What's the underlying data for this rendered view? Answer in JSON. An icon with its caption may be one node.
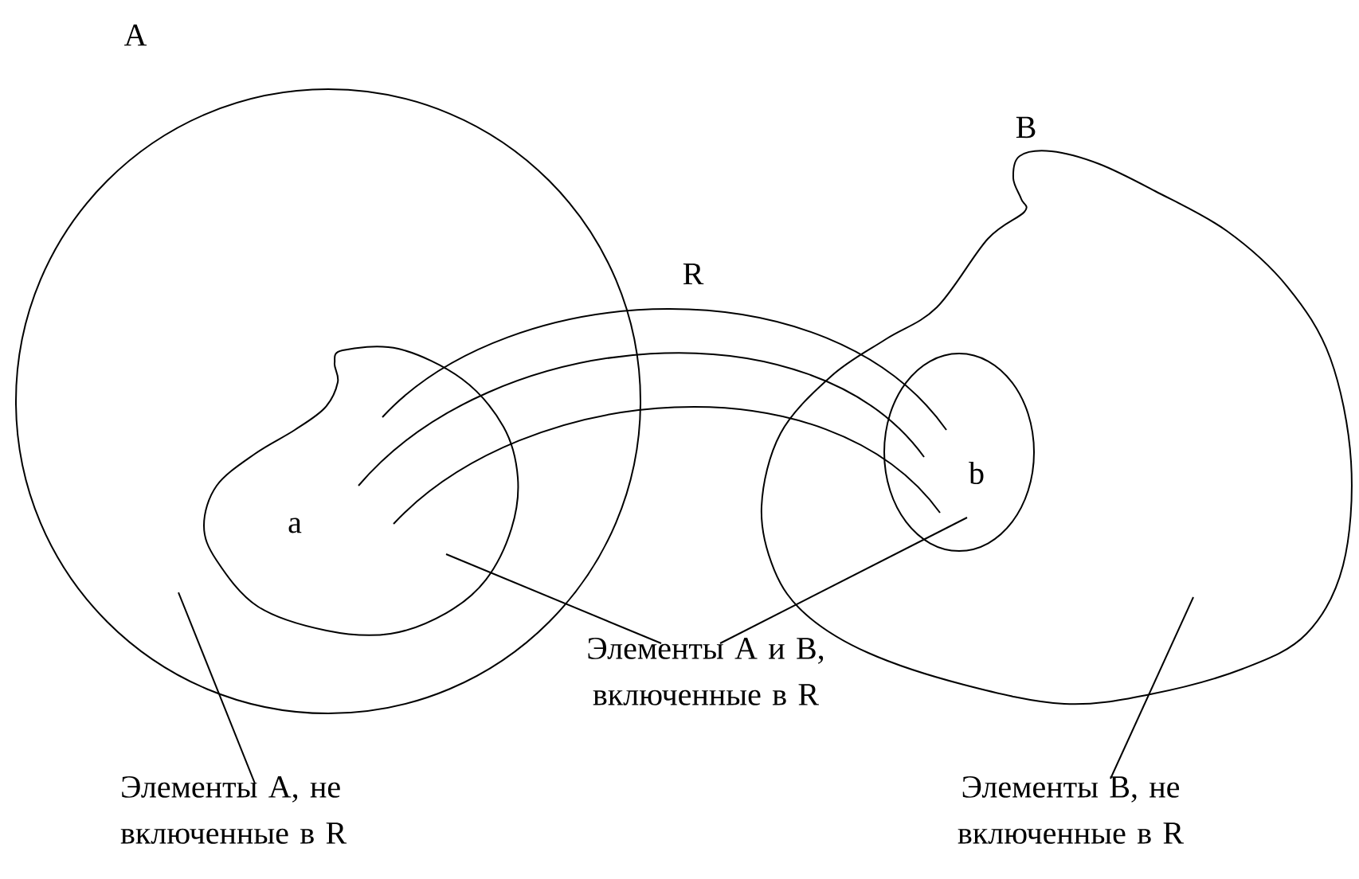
{
  "diagram": {
    "nodes": [
      {
        "text": [
          "A"
        ]
      },
      {
        "text": [
          "a"
        ],
        "in": 0
      },
      {
        "text": [
          "B"
        ]
      },
      {
        "text": [
          "b"
        ],
        "in": 2
      },
      {
        "text": [
          "Элементы A, не включенные в R"
        ]
      },
      {
        "text": [
          "Элементы A и B, включенные в R"
        ]
      },
      {
        "text": [
          "Элементы B, не включенные в R"
        ]
      }
    ],
    "edges": [
      {
        "from": 1,
        "to": 3,
        "arrow": "none",
        "label": "R"
      },
      {
        "from": 1,
        "to": 3,
        "arrow": "none"
      },
      {
        "from": 1,
        "to": 3,
        "arrow": "none"
      },
      {
        "from": 4,
        "to": 0,
        "arrow": "none"
      },
      {
        "from": 5,
        "to": 1,
        "arrow": "none"
      },
      {
        "from": 5,
        "to": 3,
        "arrow": "none"
      },
      {
        "from": 6,
        "to": 2,
        "arrow": "none"
      }
    ]
  }
}
